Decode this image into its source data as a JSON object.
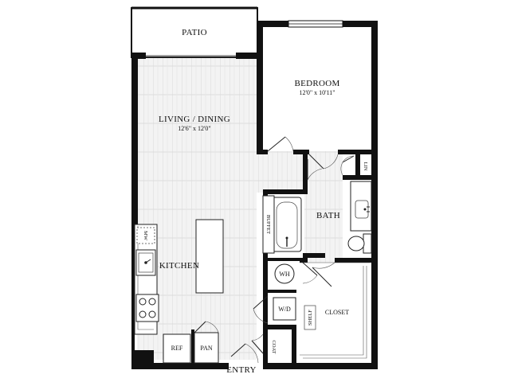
{
  "plan": {
    "rooms": {
      "patio": "PATIO",
      "bedroom": "BEDROOM",
      "bedroom_dim": "12'0\" x 10'11\"",
      "living": "LIVING / DINING",
      "living_dim": "12'6\" x 12'0\"",
      "kitchen": "KITCHEN",
      "bath": "BATH",
      "closet": "CLOSET",
      "entry": "ENTRY"
    },
    "fixtures": {
      "mw": "MW",
      "ref": "REF",
      "pan": "PAN",
      "buffet": "BUFFET",
      "wh": "WH",
      "wd": "W/D",
      "shelf": "SHELF",
      "coat": "COAT",
      "lin": "LIN"
    }
  }
}
